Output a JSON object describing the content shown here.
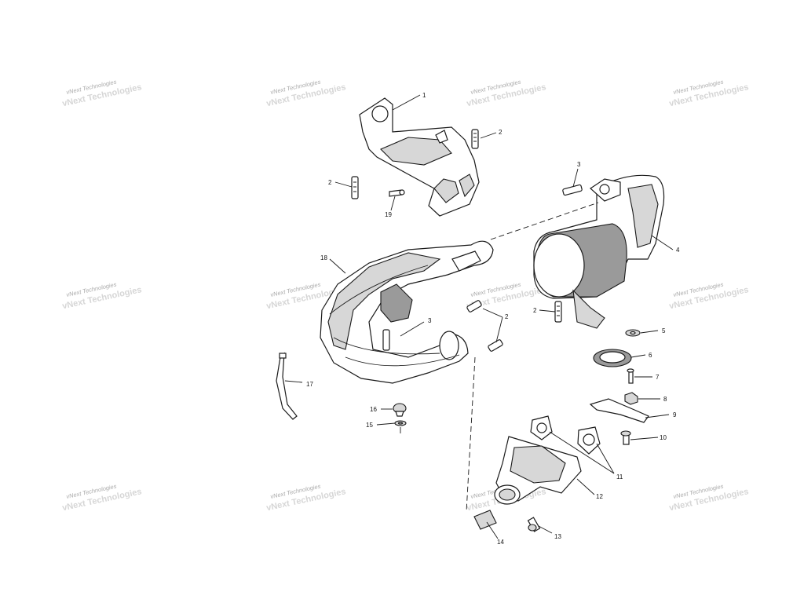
{
  "watermark": {
    "text": "vNext Technologies"
  },
  "callouts": [
    "1",
    "2",
    "2",
    "3",
    "4",
    "5",
    "6",
    "7",
    "8",
    "9",
    "10",
    "11",
    "12",
    "13",
    "14",
    "15",
    "16",
    "17",
    "18",
    "2",
    "2",
    "3",
    "19"
  ]
}
